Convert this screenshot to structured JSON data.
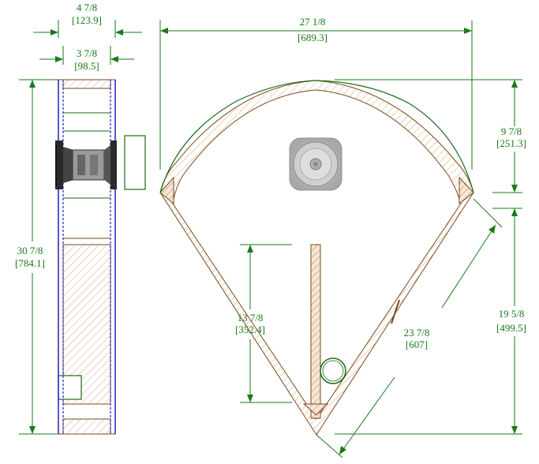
{
  "colors": {
    "dimension": "#1a7a1a",
    "wood": "#c8916a",
    "wood_stroke": "#7a4a1a",
    "side_edge": "#2020c0",
    "driver_gray": "#b8b8b8"
  },
  "dimensions": {
    "side_outer_width_in": "4 7/8",
    "side_outer_width_mm": "[123.9]",
    "side_inner_width_in": "3 7/8",
    "side_inner_width_mm": "[98.5]",
    "side_height_in": "30 7/8",
    "side_height_mm": "[784.1]",
    "front_width_in": "27 1/8",
    "front_width_mm": "[689.3]",
    "arc_height_in": "9 7/8",
    "arc_height_mm": "[251.3]",
    "lower_height_in": "19 5/8",
    "lower_height_mm": "[499.5]",
    "brace_height_in": "13 7/8",
    "brace_height_mm": "[352.4]",
    "diagonal_in": "23 7/8",
    "diagonal_mm": "[607]"
  }
}
